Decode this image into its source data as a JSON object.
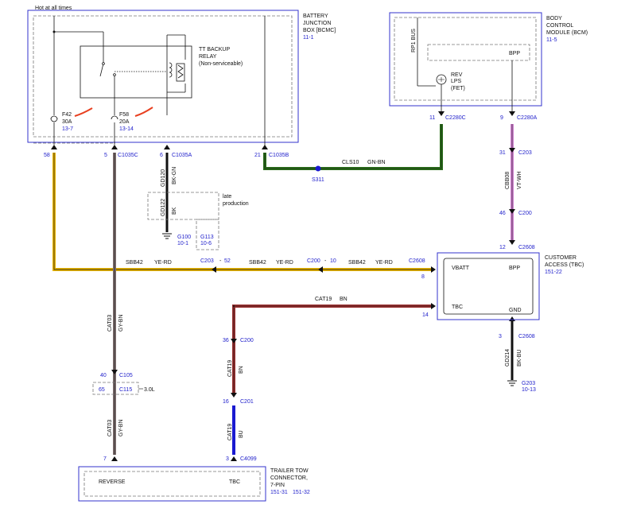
{
  "colors": {
    "box_border": "#3333cc",
    "dash": "#777777",
    "wire_black": "#111111",
    "wire_yellow": "#e8b400",
    "wire_gray": "#7f6f6f",
    "wire_green": "#2a6e1a",
    "wire_violet": "#d080d0",
    "wire_brown": "#9a3030",
    "wire_blue": "#1a1ad0",
    "fuse_mark": "#e84020",
    "ref_text": "#2222cc"
  },
  "bjb": {
    "hot_label": "Hot at all times",
    "title_lines": [
      "BATTERY",
      "JUNCTION",
      "BOX [BCMC]"
    ],
    "ref": "11-1",
    "relay_lines": [
      "TT BACKUP",
      "RELAY",
      "(Non-serviceable)"
    ],
    "fuses": [
      {
        "name": "F42",
        "rating": "30A",
        "ref": "13-7"
      },
      {
        "name": "F58",
        "rating": "20A",
        "ref": "13-14"
      }
    ],
    "pins": [
      {
        "num": "58",
        "conn": ""
      },
      {
        "num": "5",
        "conn": "C1035C"
      },
      {
        "num": "6",
        "conn": "C1035A"
      },
      {
        "num": "21",
        "conn": "C1035B"
      }
    ]
  },
  "bcm": {
    "title_lines": [
      "BODY",
      "CONTROL",
      "MODULE (BCM)"
    ],
    "ref": "11-5",
    "bus": "RP1 BUS",
    "bpp": "BPP",
    "fet_lines": [
      "REV",
      "LPS",
      "(FET)"
    ],
    "pins": [
      {
        "num": "11",
        "conn": "C2280C"
      },
      {
        "num": "9",
        "conn": "C2280A"
      }
    ]
  },
  "ground_top": {
    "wire1": "GD120",
    "color1": "BK-GN",
    "wire2": "GD122",
    "color2": "BK",
    "late_lines": [
      "late",
      "production"
    ],
    "g100": "G100",
    "g100_ref": "10-1",
    "g113": "G113",
    "g113_ref": "10-6"
  },
  "cls10": {
    "circuit": "CLS10",
    "color": "GN-BN",
    "splice": "S311"
  },
  "violet_path": {
    "pin1": "31",
    "conn1": "C203",
    "wire": "CBB08",
    "color": "VT-WH",
    "pin2": "46",
    "conn2": "C200",
    "pin3": "12",
    "conn3": "C2608"
  },
  "sbb42": {
    "segments": [
      {
        "circuit": "SBB42",
        "color": "YE-RD"
      },
      {
        "circuit": "SBB42",
        "color": "YE-RD"
      },
      {
        "circuit": "SBB42",
        "color": "YE-RD"
      }
    ],
    "c203": "C203",
    "c203_pin": "52",
    "c200": "C200",
    "c200_pin": "10",
    "c2608": "C2608",
    "c2608_pin": "8",
    "dash": "-"
  },
  "tbc_module": {
    "vbatt": "VBATT",
    "bpp": "BPP",
    "tbc": "TBC",
    "gnd": "GND",
    "title_lines": [
      "CUSTOMER",
      "ACCESS (TBC)"
    ],
    "ref": "151-22",
    "pin_tbc": "14",
    "pin_gnd": "3",
    "conn_gnd": "C2608",
    "gnd_wire": "GD214",
    "gnd_color": "BK-BU",
    "g203": "G203",
    "g203_ref": "10-13"
  },
  "cat19": {
    "circuit": "CAT19",
    "color": "BN",
    "c200_pin": "36",
    "c200": "C200",
    "wire2": "CAT19",
    "color2": "BN",
    "c201_pin": "16",
    "c201": "C201",
    "wire3": "CAT19",
    "color3": "BU",
    "c4099_pin": "3",
    "c4099": "C4099"
  },
  "cat03": {
    "wire1": "CAT03",
    "color1": "GY-BN",
    "c105_pin": "40",
    "c105": "C105",
    "c115_pin": "65",
    "c115": "C115",
    "engine": "3.0L",
    "wire2": "CAT03",
    "color2": "GY-BN",
    "pin_bottom": "7"
  },
  "trailer": {
    "reverse": "REVERSE",
    "tbc": "TBC",
    "title_lines": [
      "TRAILER TOW",
      "CONNECTOR,",
      "7-PIN"
    ],
    "ref1": "151-31",
    "ref2": "151-32"
  }
}
